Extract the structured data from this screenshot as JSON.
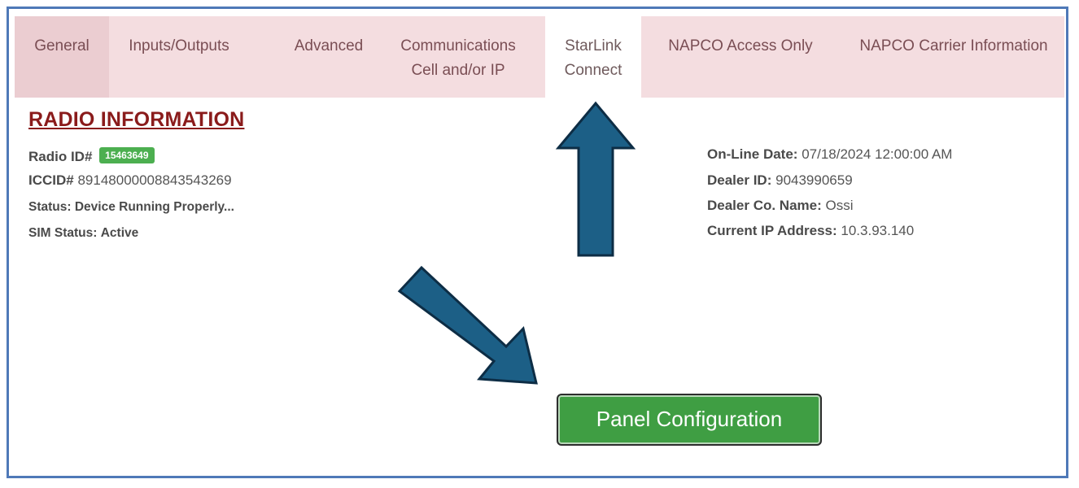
{
  "tabs": [
    {
      "lines": [
        "General"
      ]
    },
    {
      "lines": [
        "Inputs/Outputs"
      ]
    },
    {
      "lines": [
        "Advanced"
      ]
    },
    {
      "lines": [
        "Communications",
        "Cell and/or IP"
      ]
    },
    {
      "lines": [
        "StarLink",
        "Connect"
      ]
    },
    {
      "lines": [
        "NAPCO Access Only"
      ]
    },
    {
      "lines": [
        "NAPCO Carrier Information"
      ]
    }
  ],
  "radio": {
    "title": "RADIO INFORMATION",
    "radio_id_label": "Radio ID#",
    "radio_id_value": "15463649",
    "iccid_label": "ICCID#",
    "iccid_value": "89148000008843543269",
    "status_label": "Status:",
    "status_value": "Device Running Properly...",
    "sim_label": "SIM Status:",
    "sim_value": "Active"
  },
  "details": {
    "online_label": "On-Line Date:",
    "online_value": "07/18/2024 12:00:00 AM",
    "dealer_id_label": "Dealer ID:",
    "dealer_id_value": "9043990659",
    "dealer_name_label": "Dealer Co. Name:",
    "dealer_name_value": "Ossi",
    "ip_label": "Current IP Address:",
    "ip_value": "10.3.93.140"
  },
  "button": {
    "label": "Panel Configuration"
  },
  "colors": {
    "arrow_fill": "#1c5f86",
    "arrow_stroke": "#0d2d45",
    "button_bg": "#3f9e43",
    "title": "#8a1b1b"
  }
}
